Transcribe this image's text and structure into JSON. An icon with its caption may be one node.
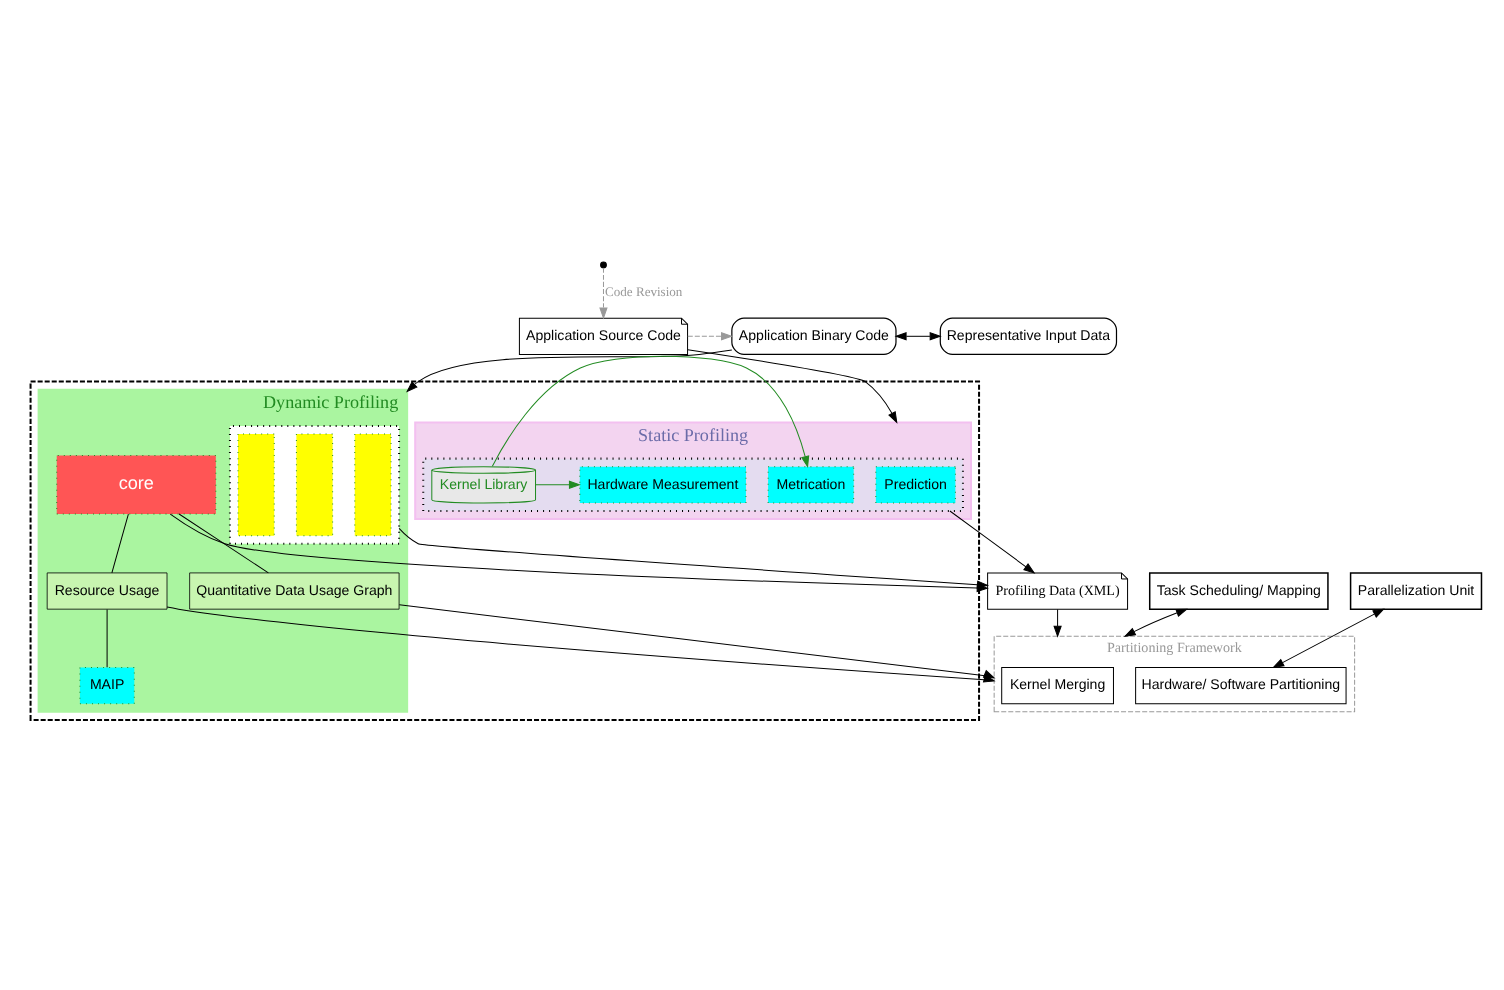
{
  "diagram": {
    "nodes": [
      {
        "text": [
          "Application Source Code"
        ]
      },
      {
        "text": [
          "Application Binary Code"
        ]
      },
      {
        "text": [
          "Representative Input Data"
        ]
      },
      {
        "text": [],
        "shape": "box"
      },
      {
        "text": [
          "Static Profiling"
        ],
        "in": 3
      },
      {
        "text": [],
        "shape": "box",
        "in": 4
      },
      {
        "text": [
          "Prediction"
        ],
        "in": 5
      },
      {
        "text": [
          "Metrication"
        ],
        "in": 5
      },
      {
        "text": [
          "Kernel Library"
        ],
        "in": 5
      },
      {
        "text": [
          "Hardware Measurement"
        ],
        "in": 5
      },
      {
        "text": [
          "Dynamic Profiling"
        ],
        "in": 3
      },
      {
        "text": [],
        "shape": "box",
        "in": 10
      },
      {
        "text": [],
        "shape": "box",
        "in": 11
      },
      {
        "text": [],
        "shape": "box",
        "in": 11
      },
      {
        "text": [],
        "shape": "box",
        "in": 11
      },
      {
        "text": [
          "core"
        ],
        "in": 10
      },
      {
        "text": [
          "Resource Usage"
        ],
        "in": 10
      },
      {
        "text": [
          "Quantitative Data Usage Graph"
        ],
        "in": 10
      },
      {
        "text": [
          "MAIP"
        ],
        "in": 10
      },
      {
        "text": [
          "Profiling Data (XML)"
        ]
      },
      {
        "text": [
          "Partitioning Framework"
        ]
      },
      {
        "text": [
          "Kernel Merging"
        ],
        "in": 20
      },
      {
        "text": [
          "Hardware/ Software Partitioning"
        ],
        "in": 20
      },
      {
        "text": [
          "Task Scheduling/ Mapping"
        ]
      },
      {
        "text": [
          "Parallelization Unit"
        ]
      }
    ],
    "edges": [
      {
        "from": 0,
        "to": 1,
        "arrow": "to",
        "style": "dashed",
        "color": "#999999"
      },
      {
        "from": 1,
        "to": 2,
        "arrow": "both"
      },
      {
        "from": null,
        "to": 0,
        "arrow": "to",
        "style": "dashed",
        "color": "#999999",
        "label": "Code Revision"
      },
      {
        "from": 0,
        "to": 4,
        "arrow": "to"
      },
      {
        "from": 1,
        "to": 10,
        "arrow": "to"
      },
      {
        "from": 8,
        "to": 7,
        "arrow": "to",
        "color": "#228b22"
      },
      {
        "from": 8,
        "to": 9,
        "arrow": "to",
        "color": "#228b22"
      },
      {
        "from": 5,
        "to": 19,
        "arrow": "to"
      },
      {
        "from": 11,
        "to": 19,
        "arrow": "to"
      },
      {
        "from": 15,
        "to": 19,
        "arrow": "to"
      },
      {
        "from": 15,
        "to": 16,
        "arrow": "none"
      },
      {
        "from": 15,
        "to": 17,
        "arrow": "none"
      },
      {
        "from": 16,
        "to": 18,
        "arrow": "none"
      },
      {
        "from": 16,
        "to": 20,
        "arrow": "to"
      },
      {
        "from": 17,
        "to": 20,
        "arrow": "to"
      },
      {
        "from": 19,
        "to": 20,
        "arrow": "to"
      },
      {
        "from": 23,
        "to": 20,
        "arrow": "both"
      },
      {
        "from": 22,
        "to": 24,
        "arrow": "both"
      }
    ]
  }
}
